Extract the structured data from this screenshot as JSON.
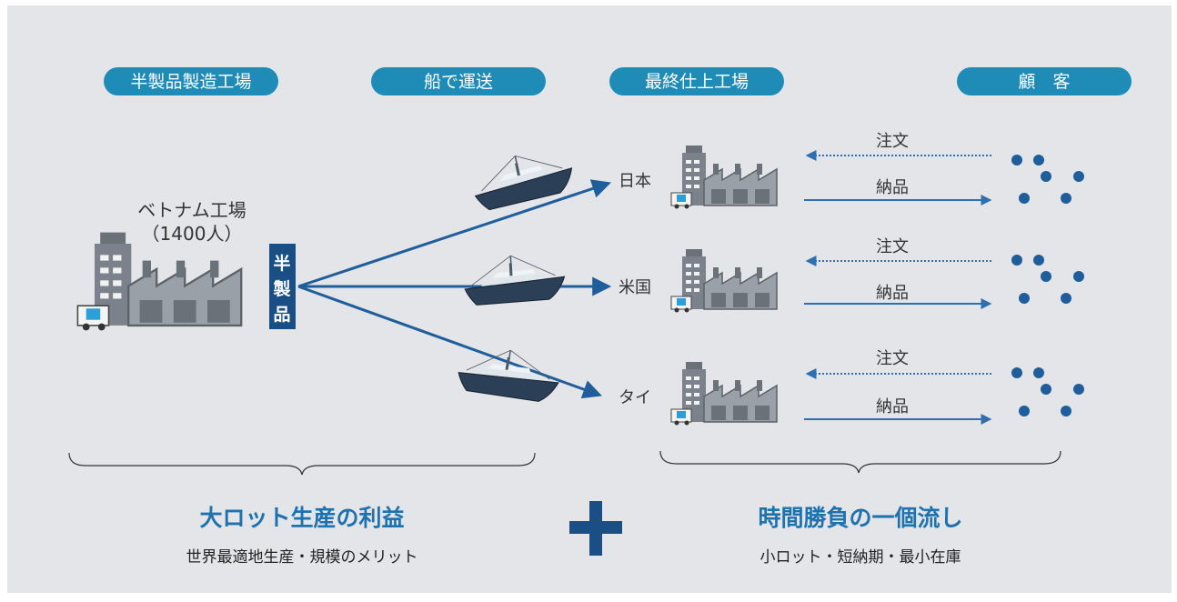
{
  "headers": [
    "半製品製造工場",
    "船で運送",
    "最終仕上工場",
    "顧　客"
  ],
  "source": {
    "name": "ベトナム工場",
    "headcount": "（1400人）",
    "product_chars": [
      "半",
      "製",
      "品"
    ]
  },
  "destinations": [
    {
      "label": "日本",
      "order": "注文",
      "delivery": "納品"
    },
    {
      "label": "米国",
      "order": "注文",
      "delivery": "納品"
    },
    {
      "label": "タイ",
      "order": "注文",
      "delivery": "納品"
    }
  ],
  "left_summary": {
    "title": "大ロット生産の利益",
    "subtitle": "世界最適地生産・規模のメリット"
  },
  "plus": "+",
  "right_summary": {
    "title": "時間勝負の一個流し",
    "subtitle": "小ロット・短納期・最小在庫"
  },
  "colors": {
    "background": "#e3e5e8",
    "pill": "#1f8cb8",
    "arrow": "#1f5e9b",
    "dot": "#1f5e9b",
    "title": "#1e72ae",
    "plus": "#1a4f86",
    "building": "#8a9098",
    "truck": "#2a9fd8"
  },
  "icons": [
    "factory-icon",
    "ship-icon",
    "truck-icon",
    "customer-dots-icon"
  ]
}
